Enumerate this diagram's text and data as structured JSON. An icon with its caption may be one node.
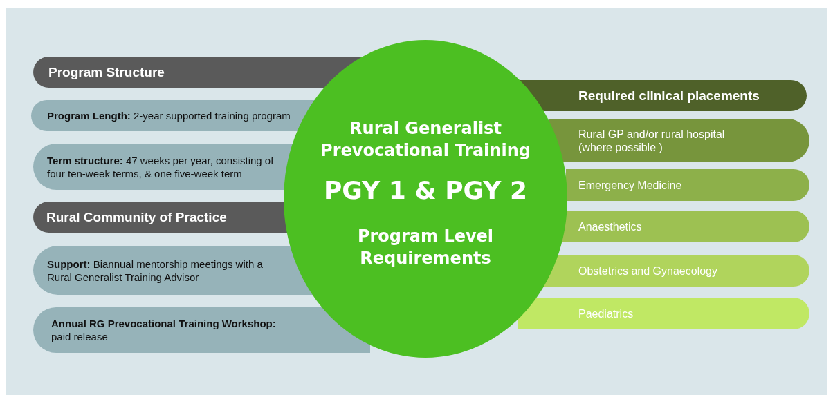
{
  "diagram": {
    "nodes": [
      {
        "text": [
          "Program Structure"
        ]
      },
      {
        "text": [
          "**Program Length:** 2-year supported training program"
        ]
      },
      {
        "text": [
          "**Term structure:** 47 weeks per year, consisting of four ten-week terms, & one five-week term"
        ]
      },
      {
        "text": [
          "Rural Community of Practice"
        ]
      },
      {
        "text": [
          "**Support:** Biannual mentorship meetings with a Rural Generalist Training Advisor"
        ]
      },
      {
        "text": [
          "**Annual RG Prevocational Training Workshop:** paid release"
        ]
      },
      {
        "text": [
          "Rural Generalist Prevocational Training",
          "PGY 1 & PGY 2",
          "Program Level Requirements"
        ]
      },
      {
        "text": [
          "Required clinical placements"
        ]
      },
      {
        "text": [
          "Rural GP and/or rural hospital (where possible )"
        ]
      },
      {
        "text": [
          "Emergency Medicine"
        ]
      },
      {
        "text": [
          "Anaesthetics"
        ]
      },
      {
        "text": [
          "Obstetrics and Gynaecology"
        ]
      },
      {
        "text": [
          "Paediatrics"
        ]
      }
    ],
    "edges": []
  }
}
